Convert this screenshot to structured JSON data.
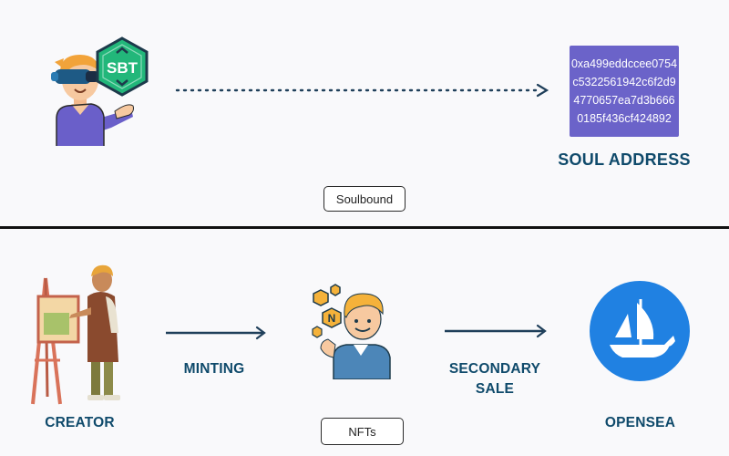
{
  "top": {
    "soul_address": "0xa499eddccee0754c5322561942c6f2d94770657ea7d3b6660185f436cf424892",
    "soul_address_label": "SOUL ADDRESS",
    "badge_text": "SBT",
    "pill_label": "Soulbound"
  },
  "bottom": {
    "creator_label": "CREATOR",
    "minting_label": "MINTING",
    "secondary_line1": "SECONDARY",
    "secondary_line2": "SALE",
    "opensea_label": "OPENSEA",
    "pill_label": "NFTs",
    "nft_token_letter": "N"
  },
  "colors": {
    "label_blue": "#0f4a6b",
    "address_box": "#6b63c9",
    "sbt_green": "#22b77a",
    "opensea_blue": "#2081e2",
    "arrow": "#1f3f5a"
  }
}
